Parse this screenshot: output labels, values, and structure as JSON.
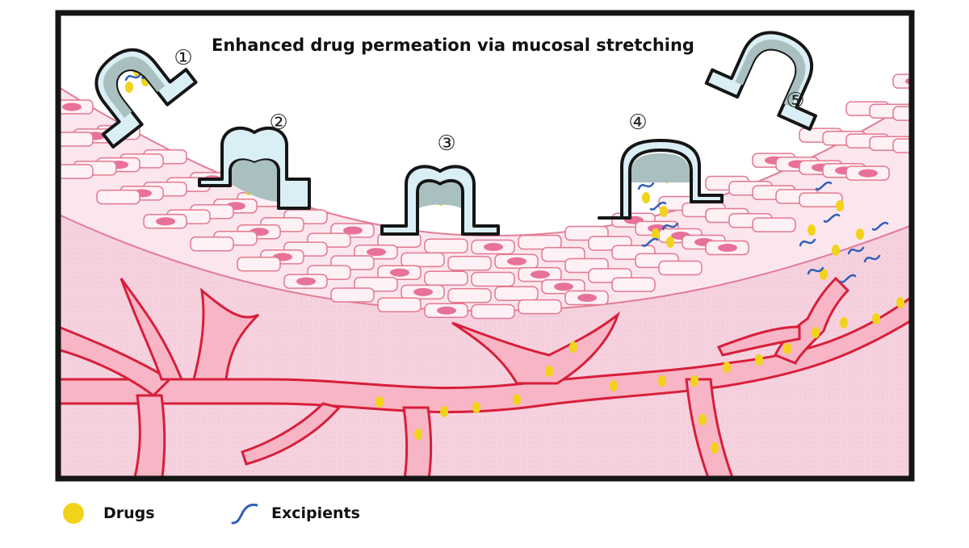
{
  "figure": {
    "title": "Enhanced drug permeation via mucosal stretching",
    "steps": [
      "①",
      "②",
      "③",
      "④",
      "⑤"
    ]
  },
  "legend": {
    "items": [
      {
        "label": "Drugs",
        "icon": "drug-dot-icon",
        "color": "#f2d31b"
      },
      {
        "label": "Excipients",
        "icon": "excipient-squiggle-icon",
        "color": "#2f5fb8"
      }
    ]
  },
  "colors": {
    "frame": "#151515",
    "tissue": "#f6d2df",
    "cell_outline": "#e4798f",
    "nucleus": "#e0457a",
    "vessel": "#d81e3a",
    "vessel_fill": "#f7b5c5",
    "device_shell": "#daeef6",
    "device_core": "#a9bfc0",
    "drug": "#f2d31b",
    "excipient": "#2f5fb8"
  }
}
